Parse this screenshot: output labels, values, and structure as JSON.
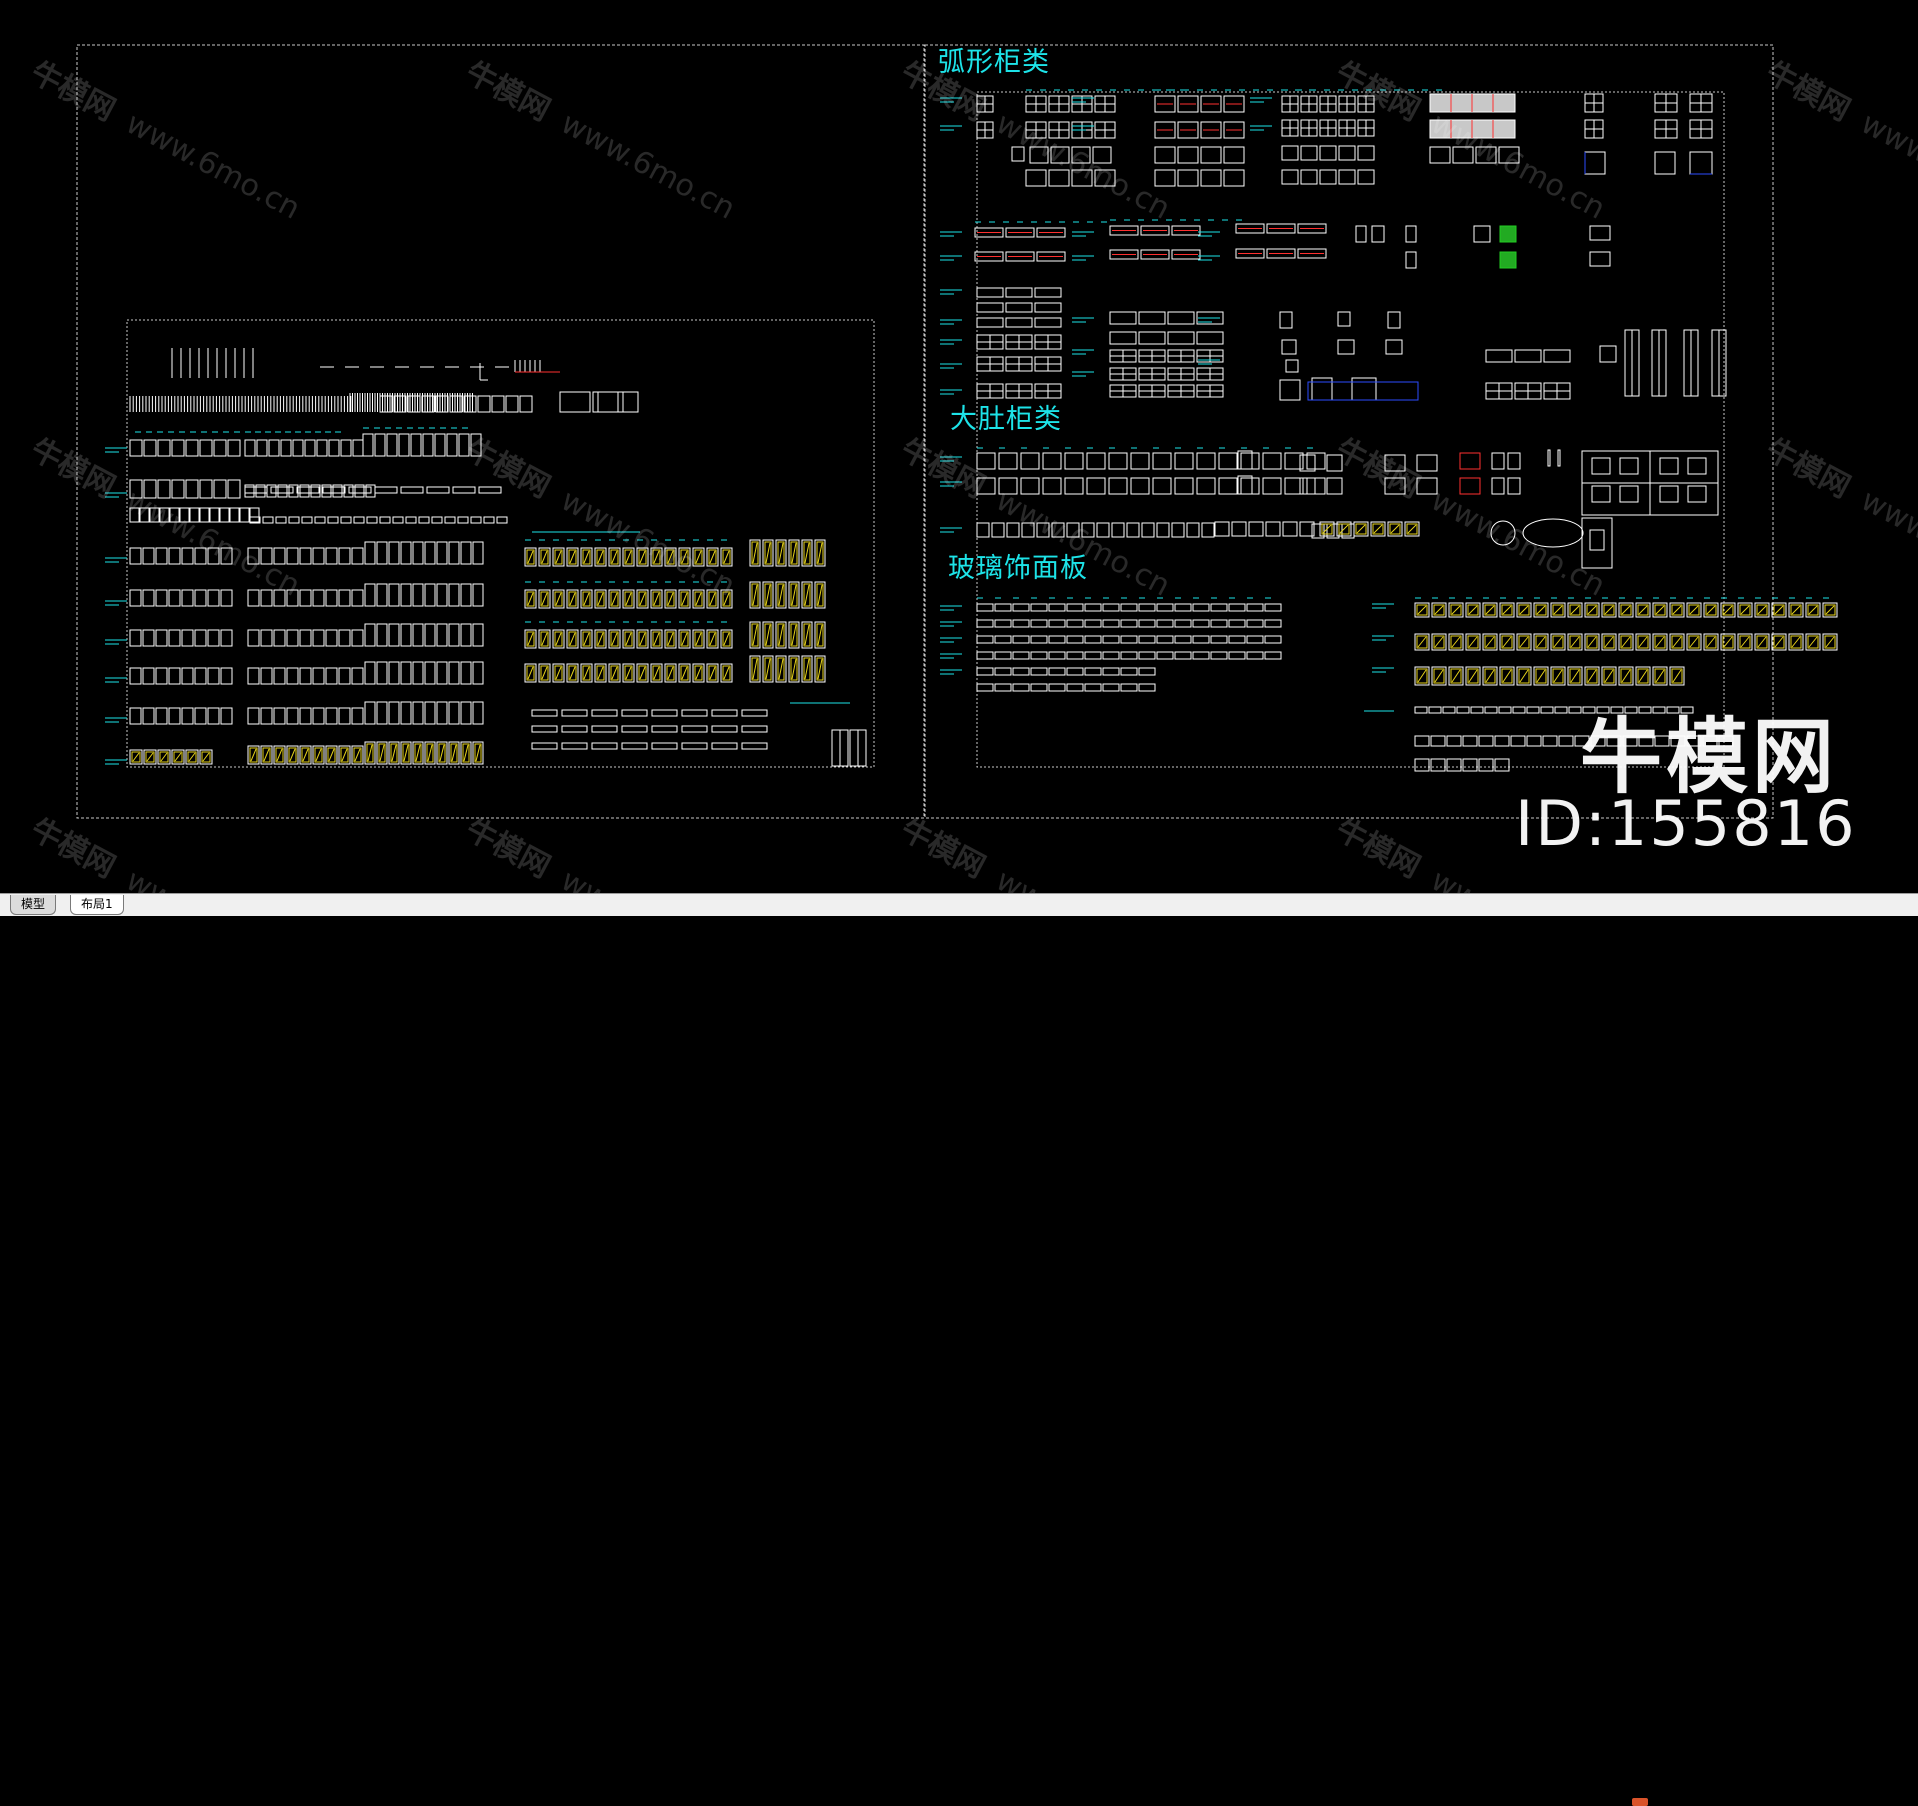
{
  "tabs": [
    {
      "label": "模型",
      "active": true
    },
    {
      "label": "布局1",
      "active": false
    }
  ],
  "sheet_titles": [
    "弧形柜类",
    "大肚柜类",
    "玻璃饰面板"
  ],
  "watermark": {
    "cn": "牛模网",
    "url": "www.6mo.cn"
  },
  "brand": {
    "logo": "牛模网",
    "id": "ID:155816"
  },
  "colors": {
    "background": "#000000",
    "cyan": "#1de3e8",
    "white": "#ffffff",
    "red": "#ff3030",
    "yellow": "#e6d21a",
    "green": "#22cc22",
    "blue": "#2b4dff",
    "frame": "#c8c8c8"
  }
}
